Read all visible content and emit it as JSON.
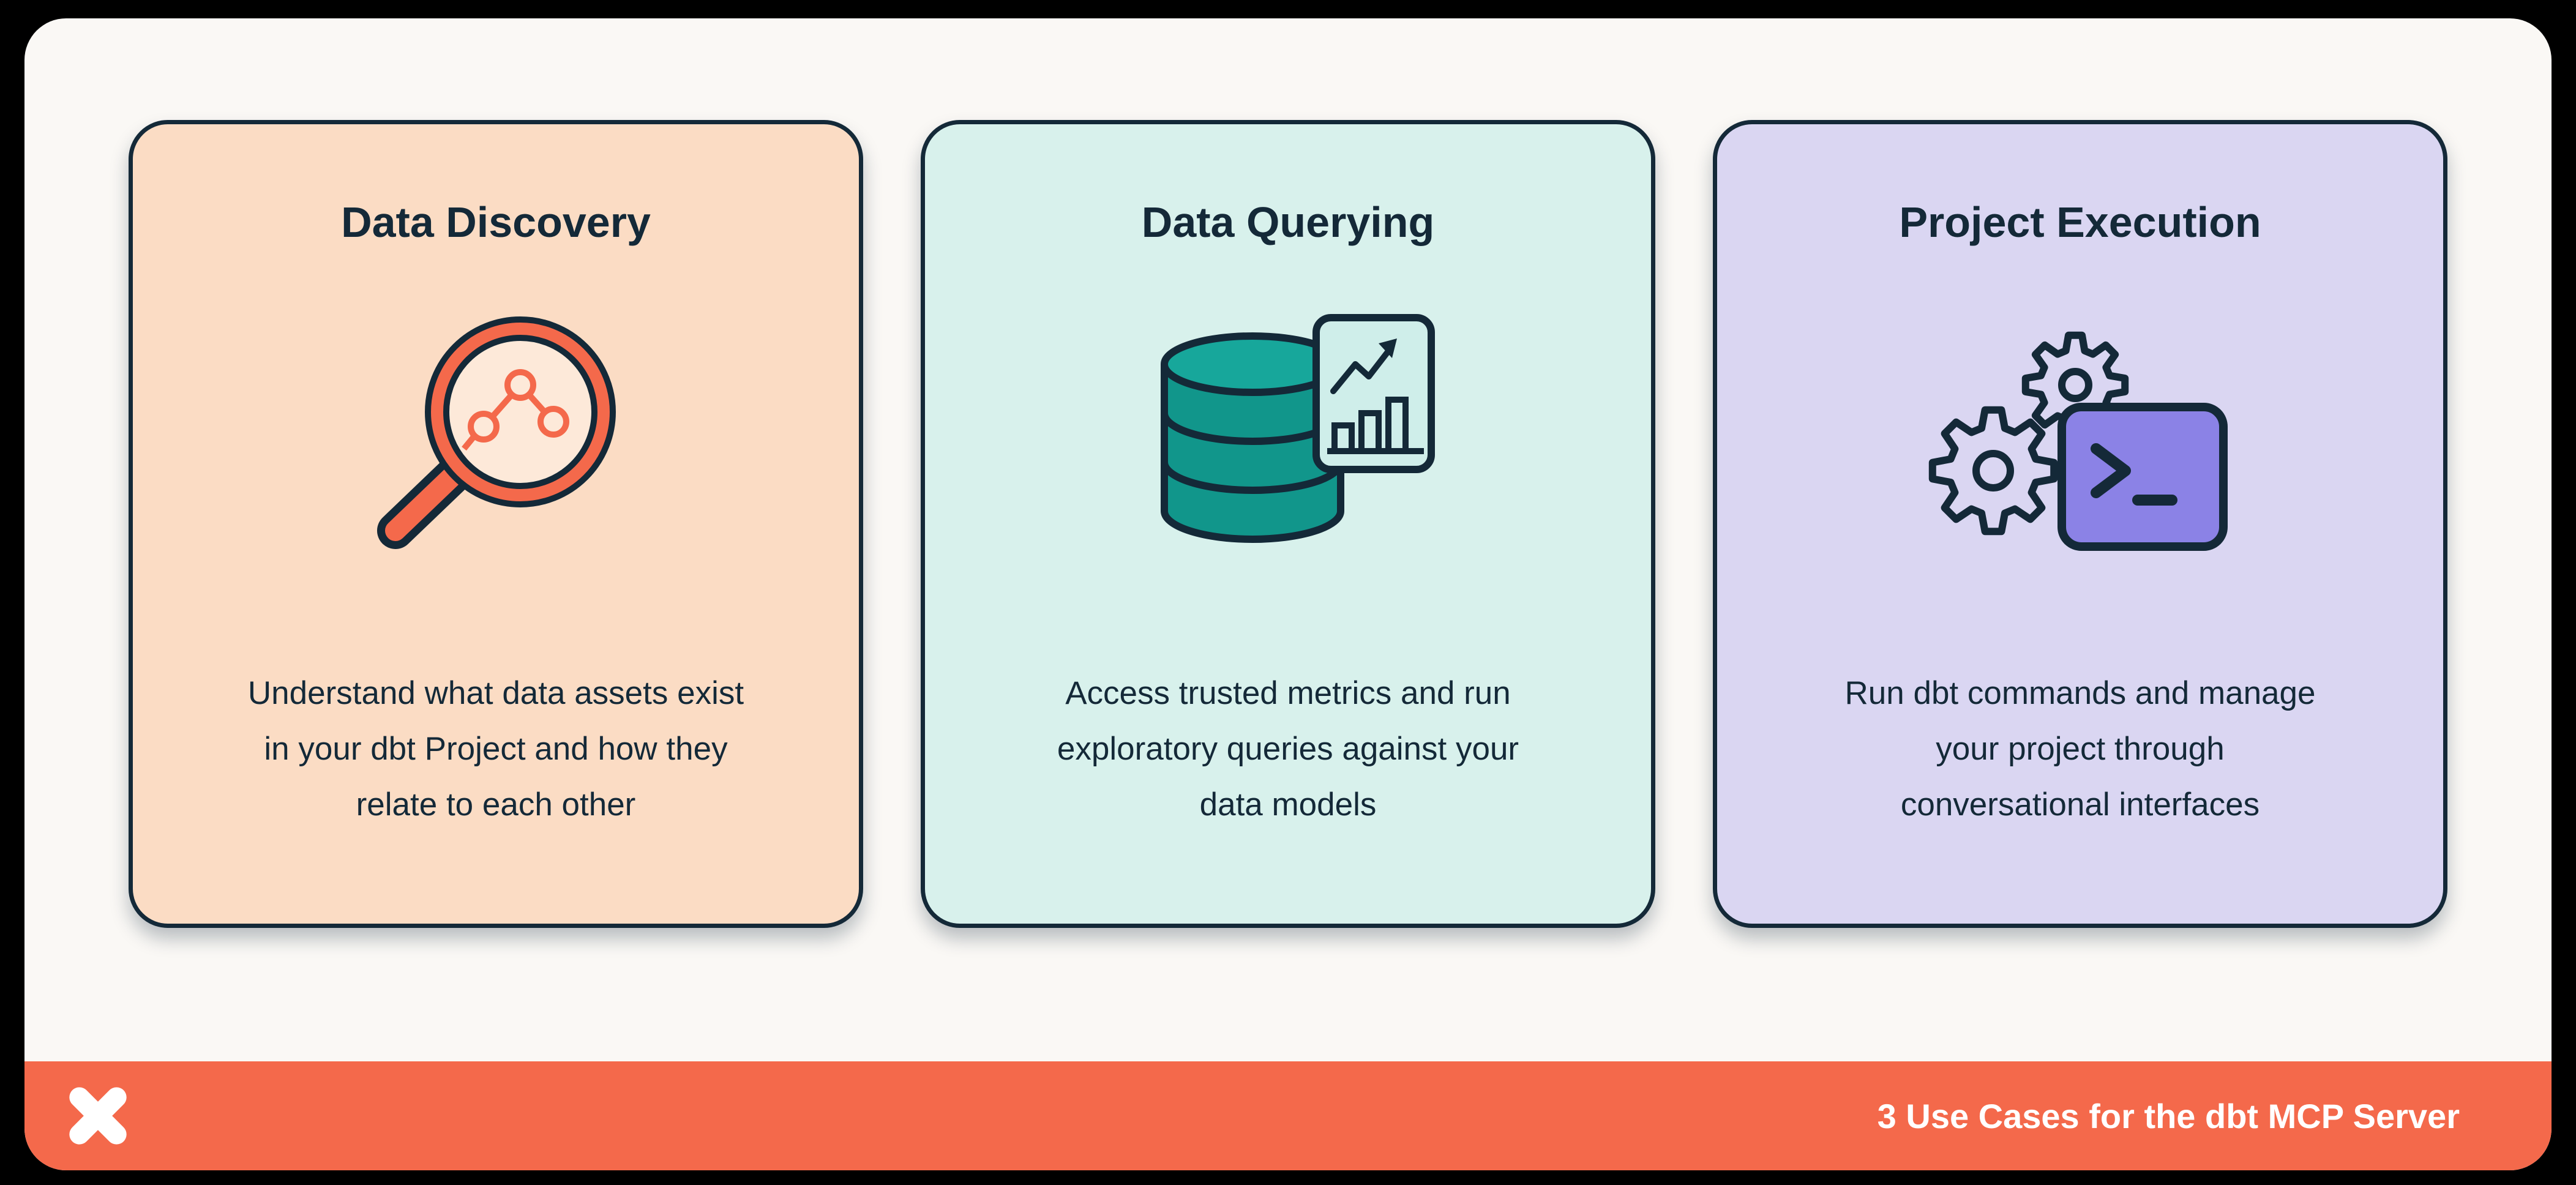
{
  "page": {
    "background": "#000000",
    "panel_background": "#faf8f5"
  },
  "cards": [
    {
      "title": "Data Discovery",
      "description_lines": [
        "Understand what data assets exist",
        "in your dbt Project and how they",
        "relate to each other"
      ],
      "icon": "magnifying-glass-lineage-icon",
      "bg": "#fbdcc4",
      "accent": "#f4694b"
    },
    {
      "title": "Data Querying",
      "description_lines": [
        "Access trusted metrics and run",
        "exploratory queries against your",
        "data models"
      ],
      "icon": "database-chart-icon",
      "bg": "#d8f1ec",
      "accent": "#129a8e"
    },
    {
      "title": "Project Execution",
      "description_lines": [
        "Run dbt commands and manage",
        "your project through",
        "conversational interfaces"
      ],
      "icon": "gears-terminal-icon",
      "bg": "#dad6f2",
      "accent": "#8b82e6"
    }
  ],
  "footer": {
    "title": "3 Use Cases for the dbt MCP Server",
    "logo": "dbt-logo",
    "bg": "#f4694b",
    "text_color": "#ffffff"
  },
  "colors": {
    "ink": "#142938",
    "coral": "#f4694b",
    "teal": "#129a8e",
    "purple": "#8b82e6"
  }
}
